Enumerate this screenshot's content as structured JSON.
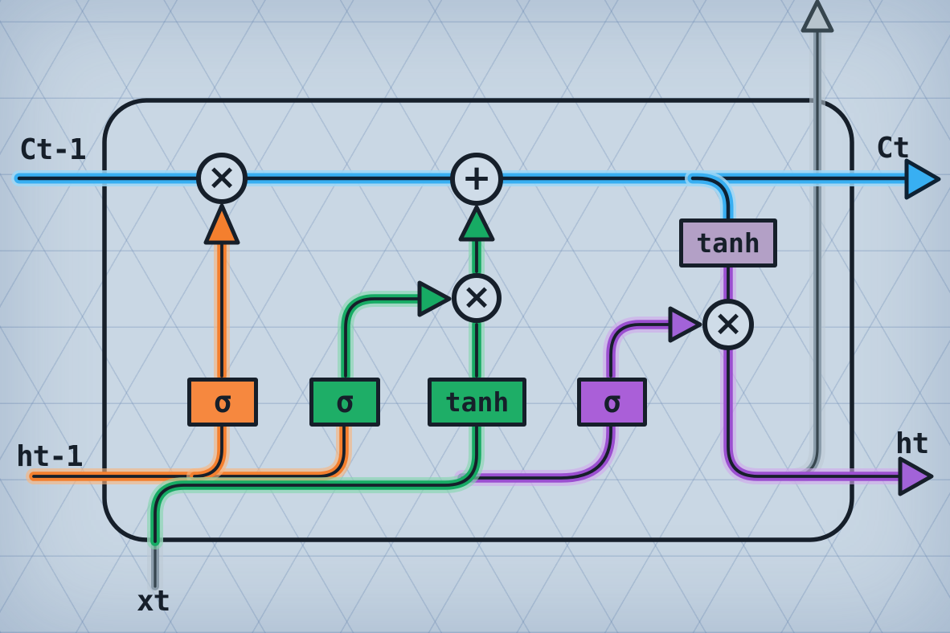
{
  "diagram": {
    "subject": "LSTM cell"
  },
  "labels": {
    "cell_state_in": "Ct-1",
    "cell_state_out": "Ct",
    "hidden_state_in": "ht-1",
    "hidden_state_out": "ht",
    "input": "xt"
  },
  "gates": {
    "forget_gate": "σ",
    "input_gate": "σ",
    "candidate_activation": "tanh",
    "output_gate": "σ",
    "cell_output_activation": "tanh"
  },
  "operations": {
    "forget_multiply": "×",
    "state_add": "+",
    "input_multiply": "×",
    "output_multiply": "×"
  },
  "colors": {
    "ink": "#161f2a",
    "background": "#c9d7e4",
    "grid_line": "#8aa4c4",
    "cell_state_blue": "#38aff2",
    "forget_orange": "#f47f2e",
    "input_green": "#17ab64",
    "output_purple": "#9b4fd0",
    "tanh_box_mauve": "#b3a0c6",
    "hidden_output_gray": "#8b9dab",
    "op_circle_fill": "#cfdce8"
  }
}
